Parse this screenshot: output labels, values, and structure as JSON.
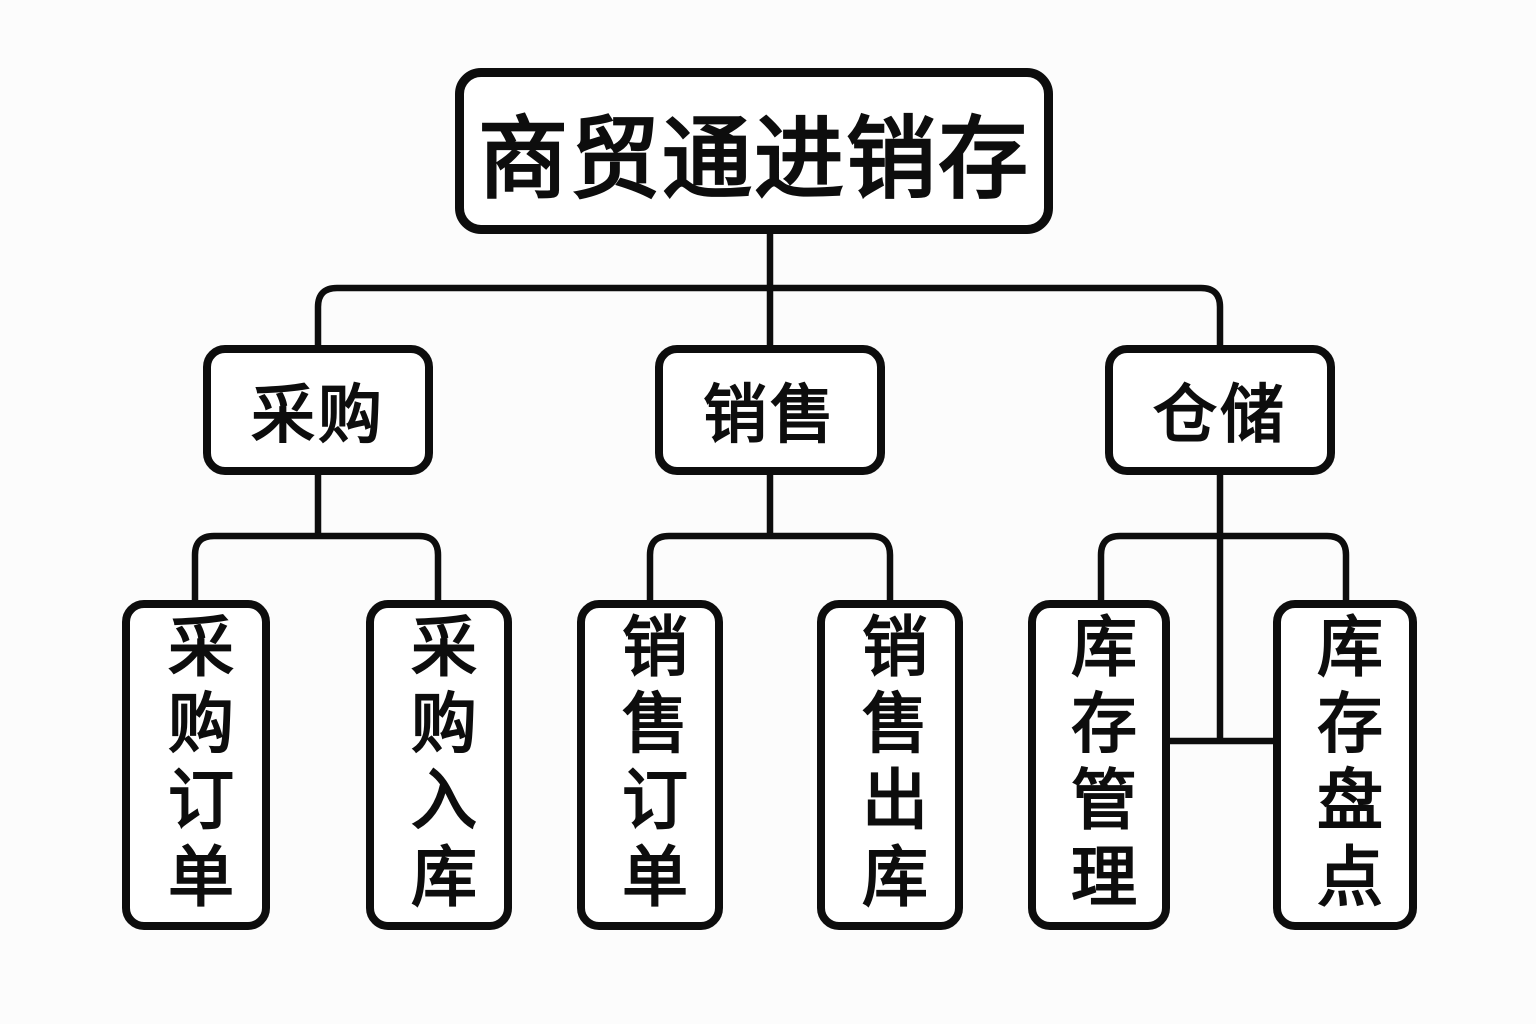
{
  "diagram": {
    "title": "商贸通进销存",
    "type": "org-tree",
    "colors": {
      "line": "#0d0d0d",
      "box_border": "#0d0d0d",
      "box_fill": "#ffffff",
      "background": "#fcfcfc",
      "text": "#0d0d0d"
    },
    "nodes": {
      "root": {
        "label": "商贸通进销存"
      },
      "branches": [
        {
          "label": "采购",
          "children": [
            {
              "label": "采购订单"
            },
            {
              "label": "采购入库"
            }
          ]
        },
        {
          "label": "销售",
          "children": [
            {
              "label": "销售订单"
            },
            {
              "label": "销售出库"
            }
          ]
        },
        {
          "label": "仓储",
          "children": [
            {
              "label": "库存管理"
            },
            {
              "label": "库存盘点"
            }
          ]
        }
      ]
    },
    "edges": [
      "商贸通进销存 -> 采购",
      "商贸通进销存 -> 销售",
      "商贸通进销存 -> 仓储",
      "采购 -> 采购订单",
      "采购 -> 采购入库",
      "销售 -> 销售订单",
      "销售 -> 销售出库",
      "仓储 -> 库存管理",
      "仓储 -> 库存盘点",
      "库存管理 - 库存盘点"
    ]
  }
}
